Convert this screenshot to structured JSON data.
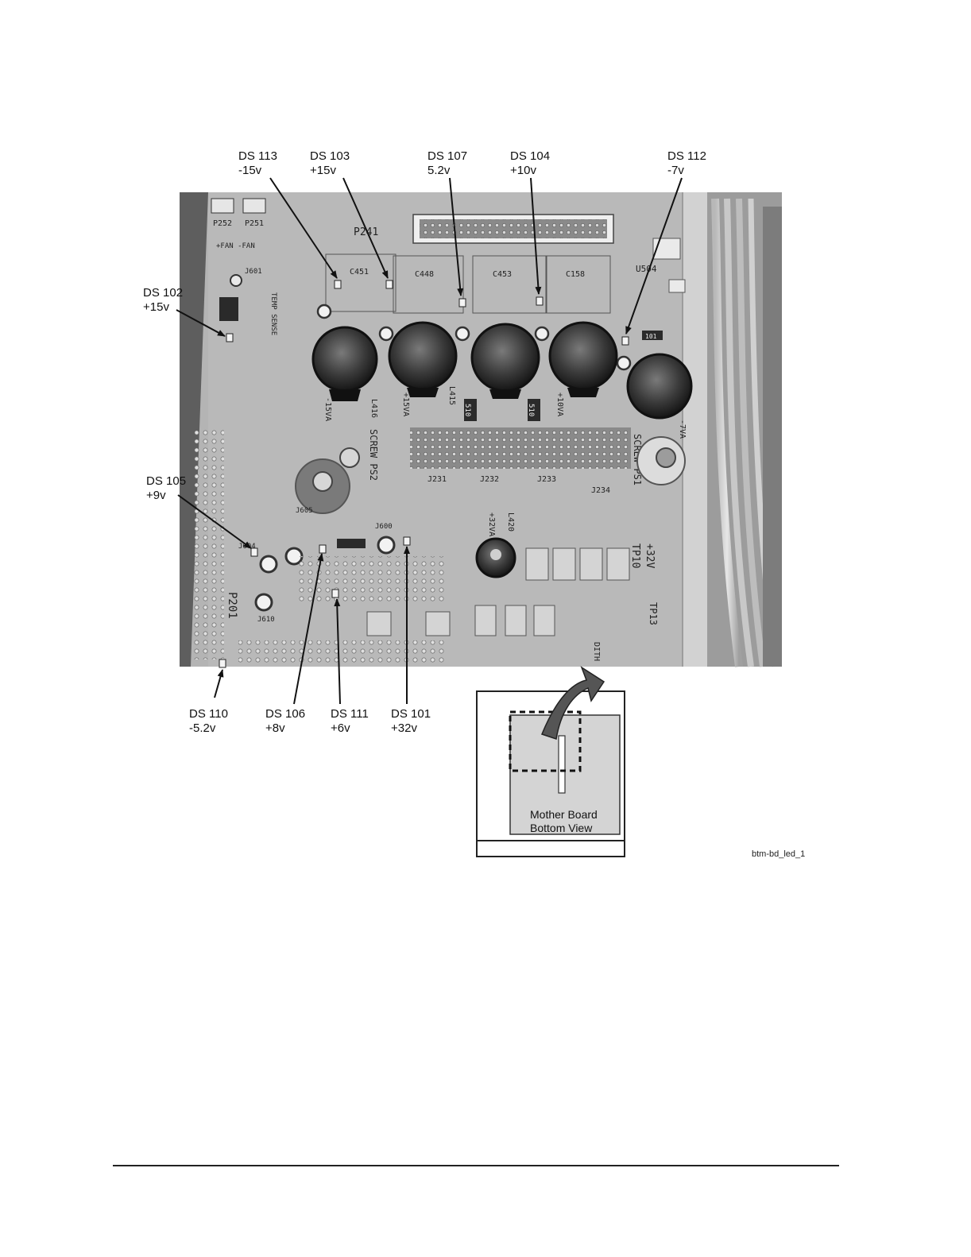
{
  "callouts": [
    {
      "id": "ds113",
      "ref": "DS 113",
      "value": "-15v"
    },
    {
      "id": "ds103",
      "ref": "DS 103",
      "value": "+15v"
    },
    {
      "id": "ds107",
      "ref": "DS 107",
      "value": "5.2v"
    },
    {
      "id": "ds104",
      "ref": "DS 104",
      "value": "+10v"
    },
    {
      "id": "ds112",
      "ref": "DS 112",
      "value": "-7v"
    },
    {
      "id": "ds102",
      "ref": "DS 102",
      "value": "+15v"
    },
    {
      "id": "ds105",
      "ref": "DS 105",
      "value": "+9v"
    },
    {
      "id": "ds110",
      "ref": "DS 110",
      "value": "-5.2v"
    },
    {
      "id": "ds106",
      "ref": "DS 106",
      "value": "+8v"
    },
    {
      "id": "ds111",
      "ref": "DS 111",
      "value": "+6v"
    },
    {
      "id": "ds101",
      "ref": "DS 101",
      "value": "+32v"
    }
  ],
  "board_labels": {
    "p241": "P241",
    "p201": "P201",
    "screw_ps2": "SCREW PS2",
    "screw_ps1": "SCREW PS1",
    "j231": "J231",
    "j232": "J232",
    "j233": "J233",
    "j234": "J234",
    "l416": "L416",
    "l415": "L415",
    "l420": "L420",
    "c451": "C451",
    "c448": "C448",
    "c453": "C453",
    "c158": "C158",
    "tp10": "TP10",
    "tp13": "TP13",
    "plus32v": "+32V",
    "plus32va": "+32VA",
    "minus15va": "-15VA",
    "plus15va": "+15VA",
    "plus10va": "+10VA",
    "minus7va": "-7VA",
    "temp_sense": "TEMP SENSE",
    "u504": "U504",
    "j601": "J601",
    "j610": "J610",
    "j604": "J604",
    "j605": "J605",
    "j600": "J600",
    "dith": "DITH",
    "r510a": "510",
    "r510b": "510",
    "r101": "101",
    "p252": "P252",
    "p251": "P251",
    "fan": "+FAN  -FAN"
  },
  "inset": {
    "line1": "Mother Board",
    "line2": "Bottom View"
  },
  "figure_id": "btm-bd_led_1"
}
